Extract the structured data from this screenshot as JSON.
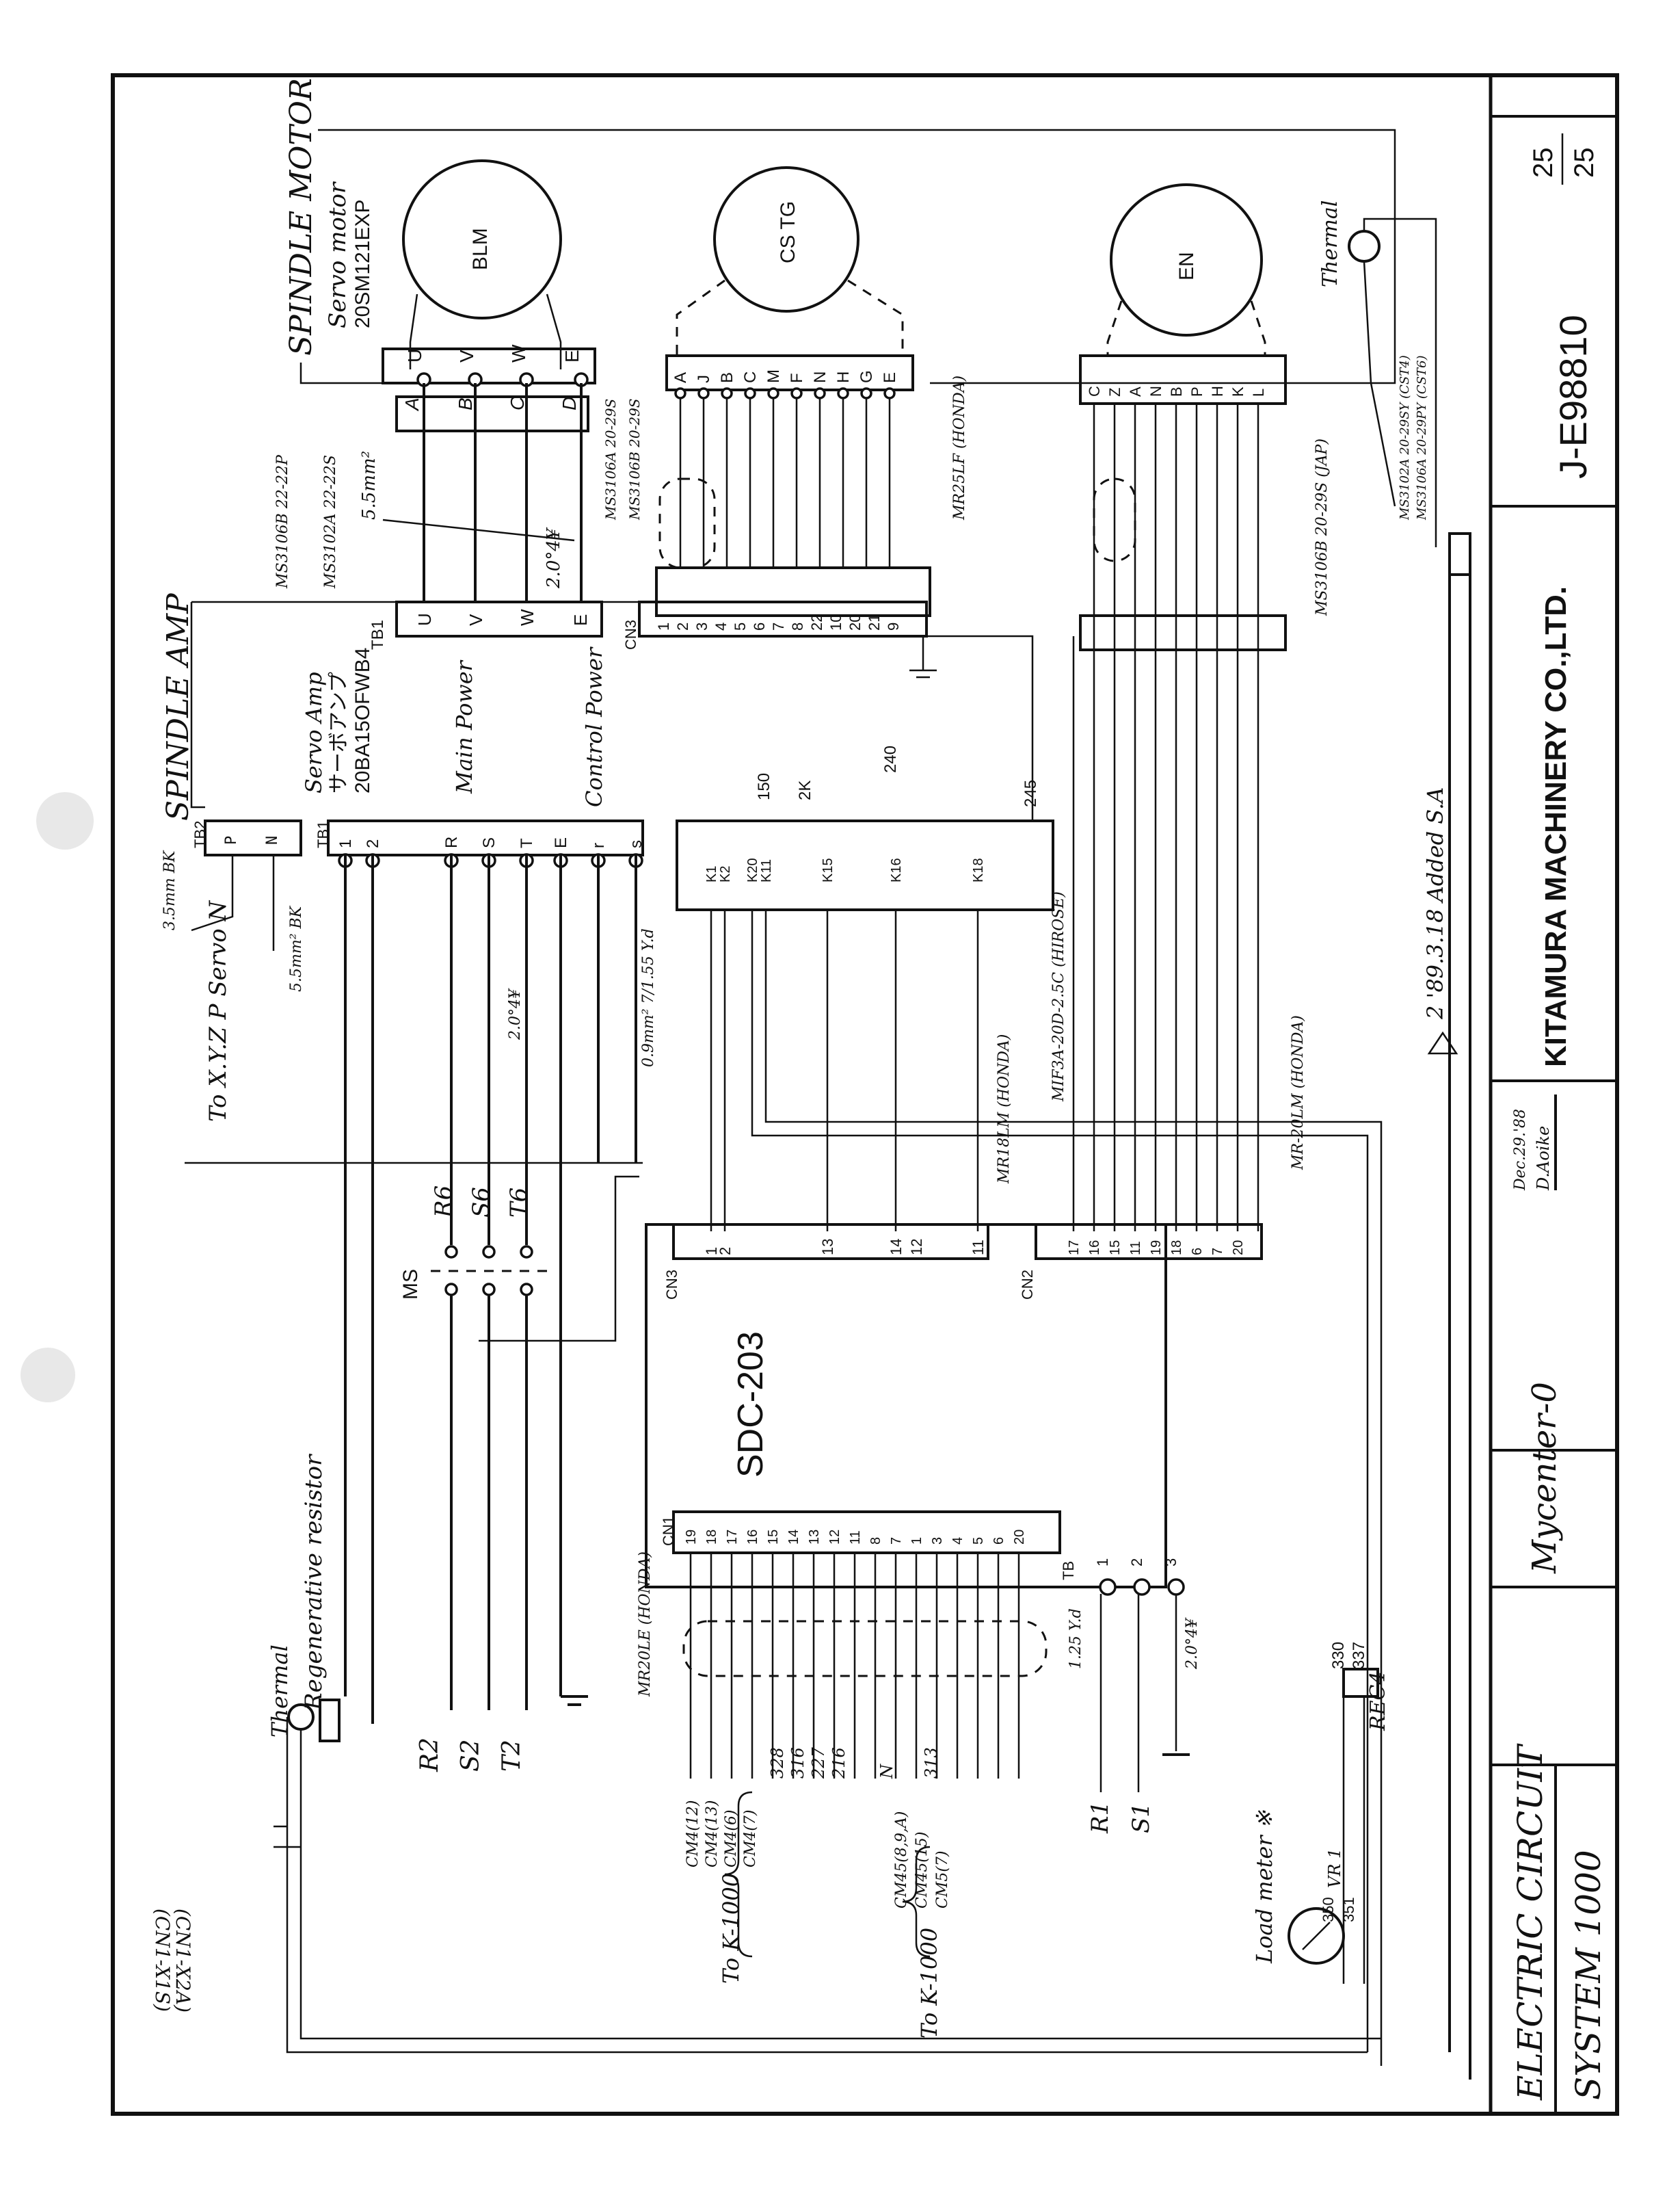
{
  "spindle_motor": {
    "title": "SPINDLE MOTOR",
    "line1": "Servo motor",
    "line2": "20SM121EXP",
    "blm": "BLM",
    "cstg": "CS TG",
    "en": "EN",
    "thermal": "Thermal",
    "blm_pins": [
      "U",
      "V",
      "W",
      "E"
    ],
    "blm_conn_pins": [
      "A",
      "B",
      "C",
      "D"
    ],
    "cstg_pins": [
      "A",
      "J",
      "B",
      "C",
      "M",
      "F",
      "N",
      "H",
      "G",
      "E"
    ],
    "en_pins": [
      "C",
      "Z",
      "A",
      "N",
      "B",
      "P",
      "H",
      "K",
      "L"
    ],
    "wire_55": "5.5mm²",
    "wire_20_4": "2.0°4¥",
    "connectors": [
      "MS3106B 22-22P",
      "MS3102A 22-22S",
      "MS3106A 20-29S",
      "MS3106B 20-29S"
    ],
    "conn_mr": "MR25LF (HONDA)",
    "conn_ms_en": "MS3106B 20-29S (JAP)",
    "conn_thermal": [
      "MS3102A 20-29SY (CST4)",
      "MS3106A 20-29PY (CST6)"
    ]
  },
  "spindle_amp": {
    "title": "SPINDLE AMP",
    "line1": "Servo Amp",
    "line2": "サーボアンプ",
    "line3": "20BA15OFWB4",
    "tb1": "TB1",
    "tb2": "TB2",
    "tb1_upper_pins": [
      "U",
      "V",
      "W",
      "E"
    ],
    "cn3": "CN3",
    "cn3_pins": [
      "1",
      "2",
      "3",
      "4",
      "5",
      "6",
      "7",
      "8",
      "22",
      "10",
      "20",
      "21",
      "9"
    ],
    "main_power": "Main Power",
    "control_power": "Control Power",
    "tb1_lower_pins": [
      "1",
      "2",
      "R",
      "S",
      "T",
      "E",
      "r",
      "s"
    ],
    "tb2_pins": [
      "P",
      "N"
    ],
    "cn_k_pins": [
      "K1",
      "K2",
      "K20",
      "K11",
      "K15",
      "K16",
      "K18"
    ],
    "signal_150": "150",
    "signal_2k": "2K",
    "signal_240": "240",
    "signal_245": "245",
    "k_pins_conn": "MIF3A-20D-2.5C (HIROSE)",
    "to_xyz": "To X.Y.Z P Servo N",
    "wire_35": "3.5mm BK",
    "wire_55bk": "5.5mm² BK",
    "wire_20": "2.0°4¥",
    "wire_09": "0.9mm² 7/1.55 Y.d",
    "m_ms": "MS",
    "ms_out": [
      "R6",
      "S6",
      "T6"
    ],
    "mr18lm": "MR18LM (HONDA)",
    "mr20lm": "MR-20LM (HONDA)"
  },
  "sdc": {
    "name": "SDC-203",
    "cn3": "CN3",
    "cn3_pins": [
      "1",
      "2",
      "13",
      "14",
      "12",
      "11"
    ],
    "cn2": "CN2",
    "cn2_pins": [
      "17",
      "16",
      "15",
      "11",
      "19",
      "18",
      "6",
      "7",
      "20"
    ],
    "cn1": "CN1",
    "cn1_pins": [
      "19",
      "18",
      "17",
      "16",
      "15",
      "14",
      "13",
      "12",
      "11",
      "8",
      "7",
      "1",
      "3",
      "4",
      "5",
      "6",
      "20"
    ],
    "tb": "TB",
    "tb_pins": [
      "1",
      "2",
      "3"
    ],
    "mr20le": "MR20LE (HONDA)"
  },
  "left": {
    "thermal": "Thermal",
    "regen": "Regenerative resistor",
    "r2": "R2",
    "s2": "S2",
    "t2": "T2",
    "cn1_x2a": "(CN1-X2A)",
    "cn1_x1s": "(CN1-X1S)",
    "to_k1000_a": "To K-1000",
    "to_k1000_b": "To K-1000",
    "cm_a": [
      "CM4(12)",
      "CM4(13)",
      "CM4(6)",
      "CM4(7)"
    ],
    "cm_b": [
      "CM45(8,9,A)",
      "CM45(15)",
      "CM5(7)"
    ],
    "nums": [
      "328",
      "316",
      "227",
      "216",
      "N",
      "313"
    ],
    "rs": [
      "R1",
      "S1"
    ],
    "loadmeter": "Load meter ※",
    "vr": "VR 1",
    "n330": "330",
    "n337": "337",
    "rec4": "REC4",
    "n350": "350",
    "n351": "351",
    "wire_125": "1.25 Y.d",
    "wire_20b": "2.0°4¥"
  },
  "revision": {
    "note": "2  '89.3.18  Added  S.A"
  },
  "title_block": {
    "drawing_no": "J-E98810",
    "sheet": "25",
    "of": "25",
    "company": "KITAMURA MACHINERY CO.,LTD.",
    "date": "Dec.29.'88",
    "drawn_by": "D.Aoike",
    "machine": "Mycenter-0",
    "title1": "ELECTRIC CIRCUIT",
    "title2": "SYSTEM 1000"
  }
}
